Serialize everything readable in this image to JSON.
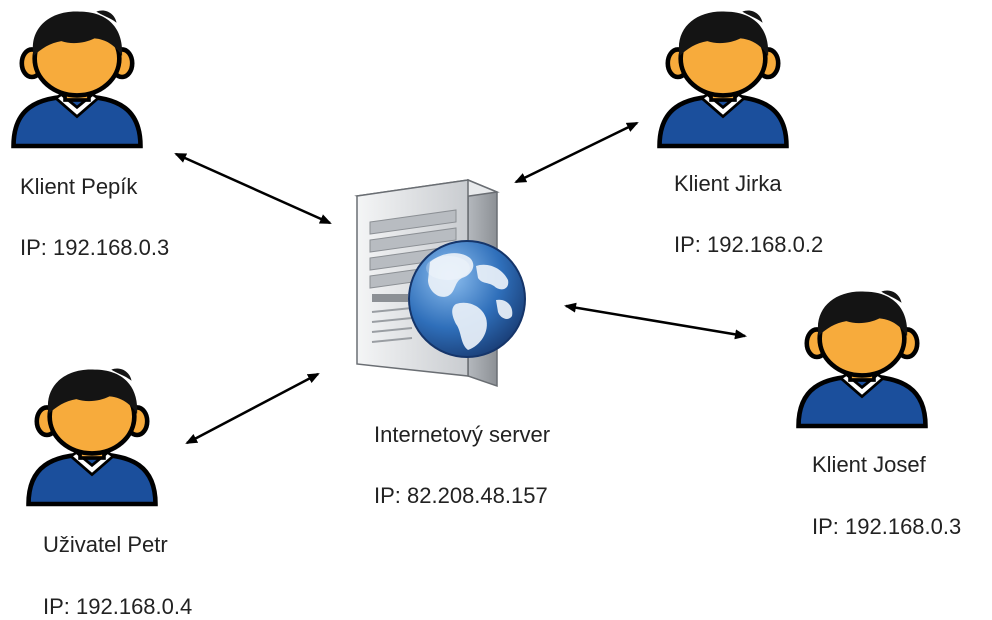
{
  "nodes": {
    "client_pepik": {
      "name": "Klient Pepík",
      "ip": "IP: 192.168.0.3"
    },
    "client_jirka": {
      "name": "Klient Jirka",
      "ip": "IP: 192.168.0.2"
    },
    "user_petr": {
      "name": "Uživatel Petr",
      "ip": "IP: 192.168.0.4"
    },
    "client_josef": {
      "name": "Klient Josef",
      "ip": "IP: 192.168.0.3"
    },
    "server": {
      "name": "Internetový server",
      "ip": "IP: 82.208.48.157"
    }
  },
  "icons": {
    "person": "person-icon",
    "server": "server-icon",
    "globe": "globe-icon"
  },
  "colors": {
    "skin": "#f7ab3c",
    "hair": "#141414",
    "shirt": "#1b4f9c",
    "collar": "#ffffff",
    "arrow": "#000000",
    "server_body": "#dfe1e3",
    "globe_ocean": "#2f6fba",
    "globe_land": "#eaf1f8"
  }
}
